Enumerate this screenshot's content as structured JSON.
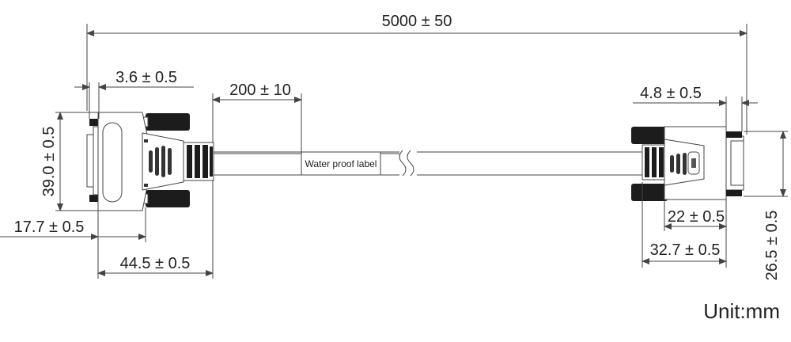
{
  "dimensions": {
    "total_length": "5000 ± 50",
    "left_flange": "3.6 ± 0.5",
    "label_offset": "200 ± 10",
    "left_height": "39.0 ± 0.5",
    "left_body": "17.7 ± 0.5",
    "left_length": "44.5 ± 0.5",
    "right_flange": "4.8 ± 0.5",
    "right_body": "22 ± 0.5",
    "right_length": "32.7 ± 0.5",
    "right_height": "26.5 ± 0.5"
  },
  "label_text": "Water proof label",
  "unit_text": "Unit:mm"
}
